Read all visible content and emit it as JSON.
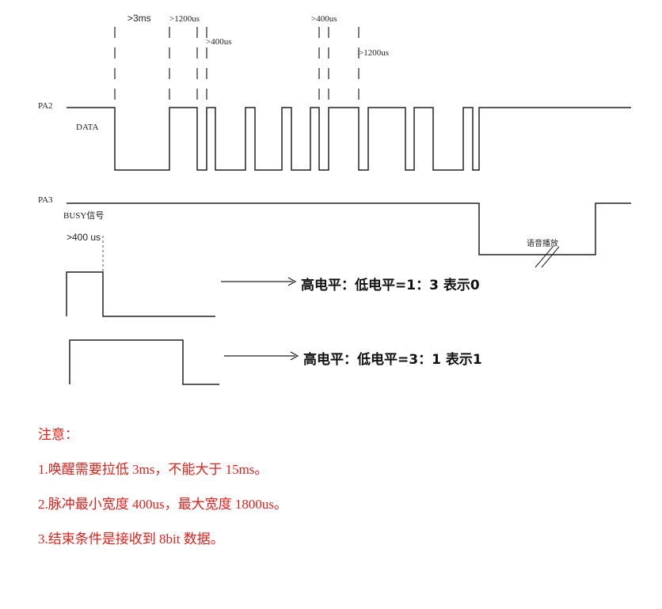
{
  "colors": {
    "wave": "#222222",
    "note": "#e0211c"
  },
  "timing": {
    "t_3ms": ">3ms",
    "t_1200a": ">1200us",
    "t_400a": ">400us",
    "t_400b": ">400us",
    "t_1200b": ">1200us"
  },
  "signals": {
    "pa2": "PA2",
    "data": "DATA",
    "pa3": "PA3",
    "busy": "BUSY信号",
    "voice": "语音播放"
  },
  "legend": {
    "pulse_label": ">400 us",
    "zero_text": "高电平：低电平=1：3  表示0",
    "one_text": "高电平：低电平=3：1  表示1"
  },
  "notes": {
    "title": "注意：",
    "line1": "1.唤醒需要拉低 3ms，不能大于 15ms。",
    "line2": "2.脉冲最小宽度 400us，最大宽度 1800us。",
    "line3": "3.结束条件是接收到 8bit 数据。"
  }
}
